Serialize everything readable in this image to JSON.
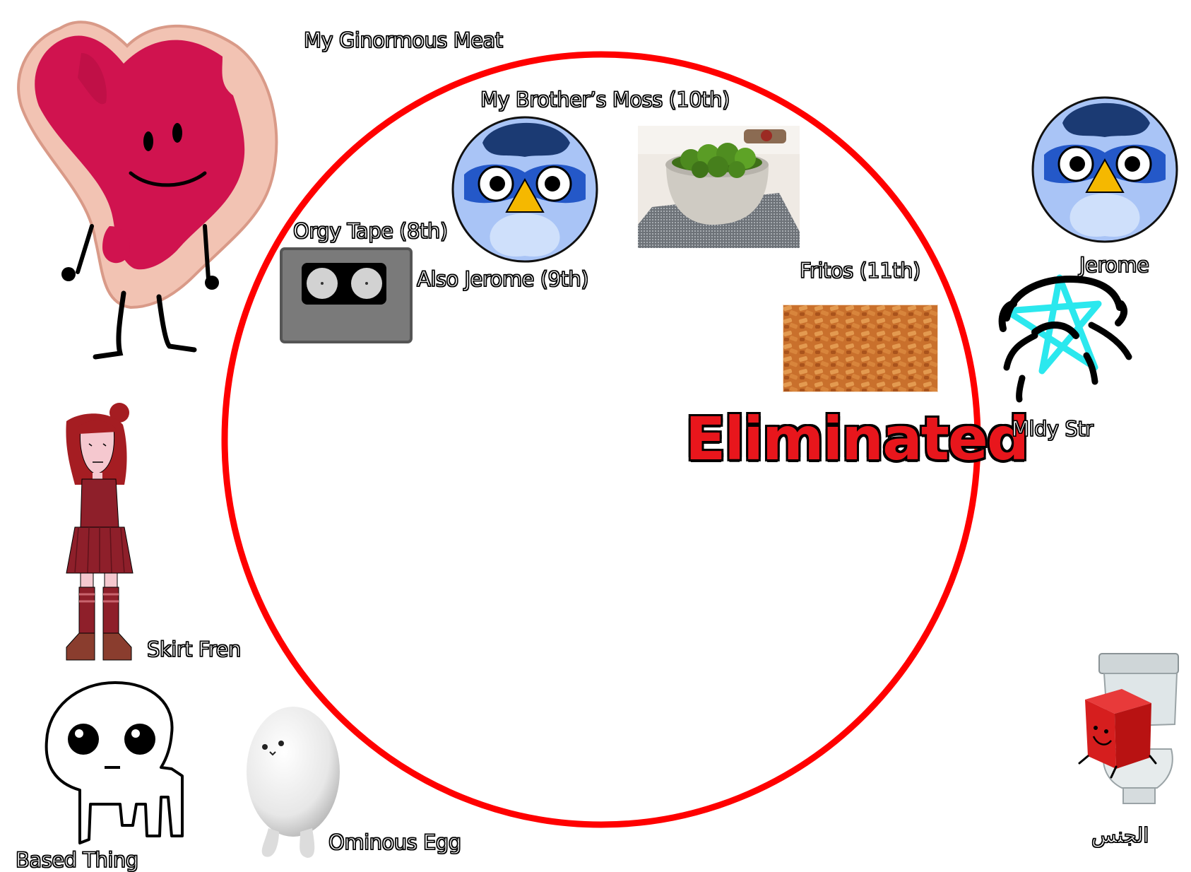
{
  "elimination_label": "Eliminated",
  "contestants": {
    "meat": "My Ginormous Meat",
    "moss": "My Brother’s Moss (10th)",
    "tape": "Orgy Tape (8th)",
    "also_jerome": "Also Jerome (9th)",
    "fritos": "Fritos (11th)",
    "jerome": "Jerome",
    "mldy_str": "Mldy Str",
    "skirt_fren": "Skirt Fren",
    "based_thing": "Based Thing",
    "ominous_egg": "Ominous Egg",
    "arabic": "الجنس"
  },
  "colors": {
    "circle": "#ff0000",
    "eliminated": "#e8161c",
    "bird_face": "#a9c4f6",
    "bird_hair": "#1b3a73"
  }
}
